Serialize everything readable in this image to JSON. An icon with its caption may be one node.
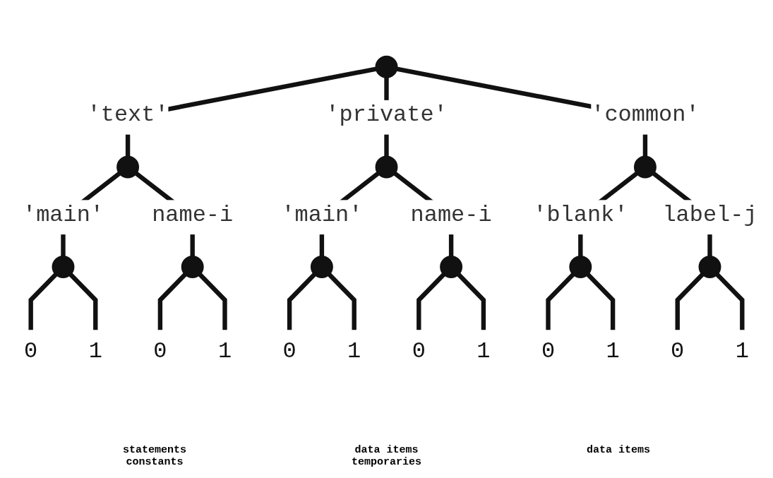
{
  "diagram": {
    "nodes": [
      {
        "text": [],
        "shape": "circle"
      },
      {
        "text": [],
        "shape": "circle"
      },
      {
        "text": [],
        "shape": "circle"
      },
      {
        "text": [],
        "shape": "circle"
      },
      {
        "text": [],
        "shape": "circle"
      },
      {
        "text": [],
        "shape": "circle"
      },
      {
        "text": [],
        "shape": "circle"
      },
      {
        "text": [],
        "shape": "circle"
      },
      {
        "text": [],
        "shape": "circle"
      },
      {
        "text": [],
        "shape": "circle"
      },
      {
        "text": [
          "0"
        ]
      },
      {
        "text": [
          "1"
        ]
      },
      {
        "text": [
          "0"
        ]
      },
      {
        "text": [
          "1"
        ]
      },
      {
        "text": [
          "0"
        ]
      },
      {
        "text": [
          "1"
        ]
      },
      {
        "text": [
          "0"
        ]
      },
      {
        "text": [
          "1"
        ]
      },
      {
        "text": [
          "0"
        ]
      },
      {
        "text": [
          "1"
        ]
      },
      {
        "text": [
          "0"
        ]
      },
      {
        "text": [
          "1"
        ]
      }
    ],
    "edges": [
      {
        "from": 0,
        "to": 1,
        "arrow": "none",
        "label": "'text'"
      },
      {
        "from": 0,
        "to": 2,
        "arrow": "none",
        "label": "'private'"
      },
      {
        "from": 0,
        "to": 3,
        "arrow": "none",
        "label": "'common'"
      },
      {
        "from": 1,
        "to": 4,
        "arrow": "none",
        "label": "'main'"
      },
      {
        "from": 1,
        "to": 5,
        "arrow": "none",
        "label": "name-i"
      },
      {
        "from": 2,
        "to": 6,
        "arrow": "none",
        "label": "'main'"
      },
      {
        "from": 2,
        "to": 7,
        "arrow": "none",
        "label": "name-i"
      },
      {
        "from": 3,
        "to": 8,
        "arrow": "none",
        "label": "'blank'"
      },
      {
        "from": 3,
        "to": 9,
        "arrow": "none",
        "label": "label-j"
      },
      {
        "from": 4,
        "to": 10,
        "arrow": "none"
      },
      {
        "from": 4,
        "to": 11,
        "arrow": "none"
      },
      {
        "from": 5,
        "to": 12,
        "arrow": "none"
      },
      {
        "from": 5,
        "to": 13,
        "arrow": "none"
      },
      {
        "from": 6,
        "to": 14,
        "arrow": "none"
      },
      {
        "from": 6,
        "to": 15,
        "arrow": "none"
      },
      {
        "from": 7,
        "to": 16,
        "arrow": "none"
      },
      {
        "from": 7,
        "to": 17,
        "arrow": "none"
      },
      {
        "from": 8,
        "to": 18,
        "arrow": "none"
      },
      {
        "from": 8,
        "to": 19,
        "arrow": "none"
      },
      {
        "from": 9,
        "to": 20,
        "arrow": "none"
      },
      {
        "from": 9,
        "to": 21,
        "arrow": "none"
      }
    ],
    "labels": [
      "statements constants",
      "data items temporaries",
      "data items"
    ]
  }
}
